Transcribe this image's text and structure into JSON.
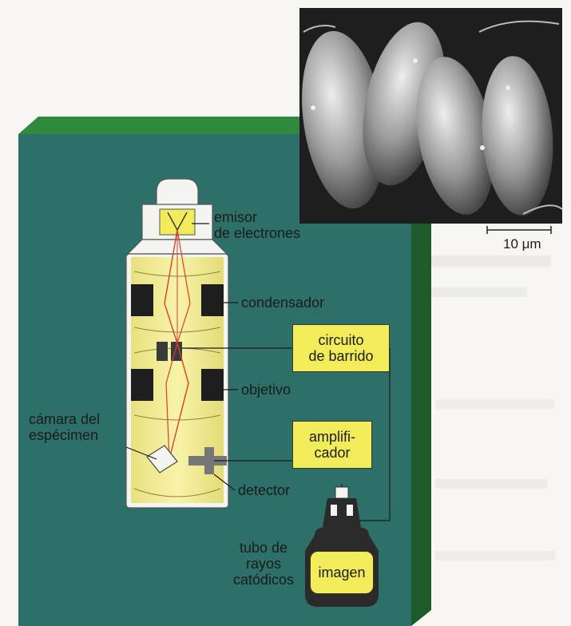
{
  "diagram": {
    "labels": {
      "electron_emitter": "emisor\nde electrones",
      "condenser": "condensador",
      "scan_circuit": "circuito\nde barrido",
      "objective": "objetivo",
      "specimen_chamber": "cámara del\nespécimen",
      "amplifier": "amplifi-\ncador",
      "detector": "detector",
      "crt": "tubo de\nrayos\ncatódicos",
      "image": "imagen"
    },
    "micrograph": {
      "scale_bar_label": "10 μm"
    }
  },
  "colors": {
    "panel_teal": "#2d6f69",
    "panel_side_green": "#1f5a2a",
    "column_yellow": "#f4ef8e",
    "box_yellow": "#f2ec5a",
    "beam_red": "#d8402a"
  }
}
